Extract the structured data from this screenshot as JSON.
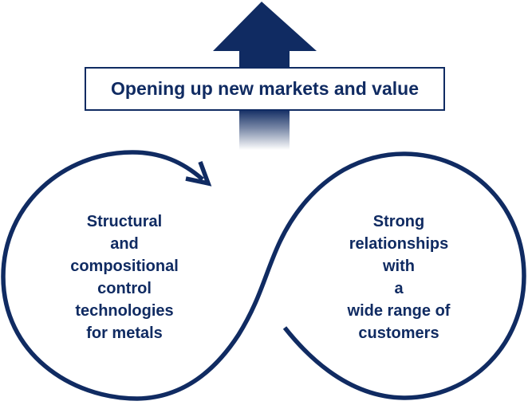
{
  "banner": {
    "label": "Opening up new markets and value"
  },
  "arrow": {
    "icon": "up-block-arrow",
    "meaning": "Opening up new markets and value"
  },
  "loops": {
    "icon": "infinity-cycle-loops",
    "left": {
      "lines": [
        "Structural",
        "and",
        "compositional",
        "control",
        "technologies",
        "for metals"
      ]
    },
    "right": {
      "lines": [
        "Strong",
        "relationships",
        "with",
        "a",
        "wide range of",
        "customers"
      ]
    }
  },
  "colors": {
    "navy": "#102b62",
    "banner_bg": "#ffffff",
    "banner_border": "#102b62"
  }
}
